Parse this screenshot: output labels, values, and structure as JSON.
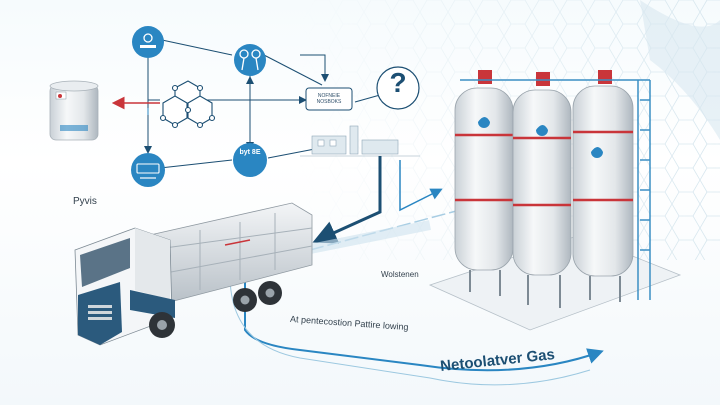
{
  "labels": {
    "left_caption": "Pyvis",
    "mid_caption": "Wolstenen",
    "flow_caption": "At pentecostion Pattire lowing",
    "main_caption": "Netoolatver Gas",
    "box_node": "NOFNEIE NOSBOKS",
    "small_node_1": "byt 8E",
    "question_mark": "?"
  },
  "colors": {
    "accent": "#2a86c2",
    "navy": "#1c4f73",
    "red": "#c9353a",
    "tank": "#e8ecef"
  },
  "icons": [
    "drop-icon",
    "network-icon",
    "people-icon",
    "question-icon",
    "gear-icon"
  ]
}
